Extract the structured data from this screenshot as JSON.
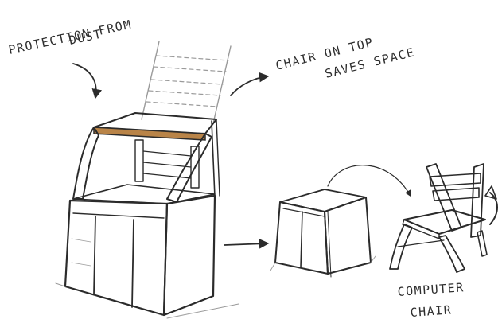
{
  "annotations": {
    "protection_line1": "PROTECTION FROM",
    "protection_line2": "DUST",
    "chair_top_line1": "CHAIR ON TOP",
    "chair_top_line2": "SAVES SPACE",
    "computer_line1": "COMPUTER",
    "computer_line2": "CHAIR"
  },
  "colors": {
    "wood": "#d9a76a",
    "wood_dark": "#b98448",
    "wood_light": "#ecc48f",
    "ink": "#2b2b2b"
  },
  "icons": [
    "curved-arrow-icon",
    "straight-arrow-icon",
    "rotate-arrow-icon"
  ]
}
